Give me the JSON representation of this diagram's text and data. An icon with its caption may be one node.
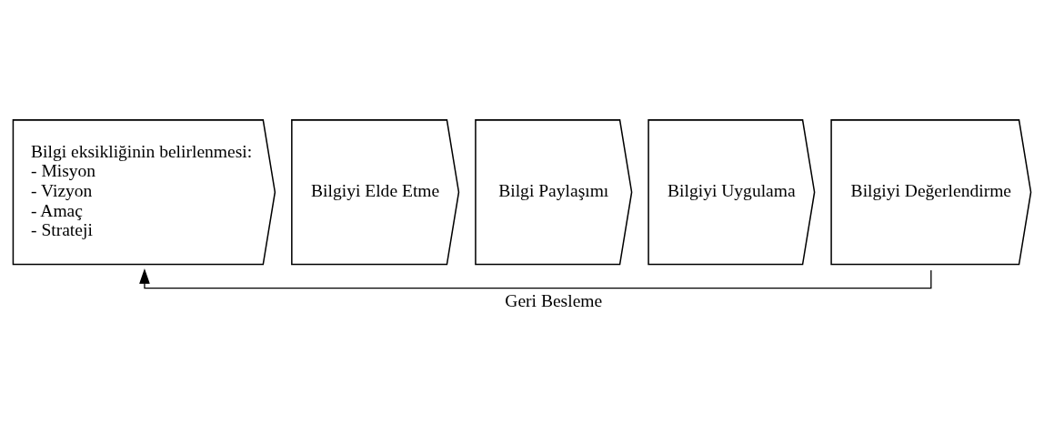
{
  "diagram": {
    "nodes": [
      {
        "text": [
          "Bilgi eksikliğinin belirlenmesi:",
          "- Misyon",
          "- Vizyon",
          "- Amaç",
          "- Strateji"
        ]
      },
      {
        "text": [
          "Bilgiyi Elde Etme"
        ]
      },
      {
        "text": [
          "Bilgi Paylaşımı"
        ]
      },
      {
        "text": [
          "Bilgiyi Uygulama"
        ]
      },
      {
        "text": [
          "Bilgiyi Değerlendirme"
        ]
      }
    ],
    "edges": [
      {
        "from": 4,
        "to": 0,
        "arrow": "to",
        "label": "Geri Besleme"
      }
    ]
  }
}
